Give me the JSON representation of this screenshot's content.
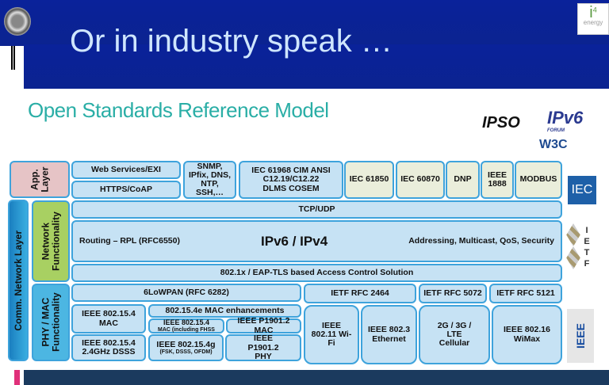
{
  "slide": {
    "title": "Or in industry speak …",
    "subtitle": "Open Standards Reference Model"
  },
  "logos": {
    "i4": "i",
    "i4_sup": "4",
    "i4_sub": "energy",
    "ipso": "IPSO",
    "ipv6": "IPv6",
    "ipv6_sub": "FORUM",
    "w3c": "W3C",
    "iec": "IEC",
    "ietf": "IETF",
    "ieee": "IEEE"
  },
  "layers": {
    "app": "App. Layer",
    "comm": "Comm. Network Layer",
    "network": "Network Functionality",
    "phy": "PHY / MAC Functionality"
  },
  "app_row": {
    "web": "Web Services/EXI",
    "https": "HTTPS/CoAP",
    "snmp": "SNMP, IPfix, DNS, NTP, SSH,…",
    "iec61968": "IEC 61968 CIM ANSI C12.19/C12.22 DLMS COSEM",
    "iec61850": "IEC 61850",
    "iec60870": "IEC 60870",
    "dnp": "DNP",
    "ieee1888": "IEEE 1888",
    "modbus": "MODBUS"
  },
  "network_rows": {
    "tcp": "TCP/UDP",
    "routing": "Routing – RPL (RFC6550)",
    "ip": "IPv6 / IPv4",
    "addressing": "Addressing, Multicast, QoS, Security",
    "access": "802.1x / EAP-TLS based Access Control Solution"
  },
  "phy_rows": {
    "lowpan": "6LoWPAN (RFC 6282)",
    "rfc2464": "IETF RFC 2464",
    "rfc5072": "IETF RFC 5072",
    "rfc5121": "IETF RFC 5121",
    "mac154": "IEEE 802.15.4 MAC",
    "mac154e": "802.15.4e MAC enhancements",
    "mac154fhss_a": "IEEE 802.15.4",
    "mac154fhss_b": "MAC (including FHSS",
    "p1901mac": "IEEE P1901.2 MAC",
    "dsss": "IEEE 802.15.4 2.4GHz DSSS",
    "g_a": "IEEE 802.15.4g",
    "g_b": "(FSK, DSSS, OFDM)",
    "p1901phy": "IEEE P1901.2 PHY",
    "wifi": "IEEE 802.11 Wi-Fi",
    "eth": "IEEE 802.3 Ethernet",
    "cell": "2G / 3G / LTE Cellular",
    "wimax": "IEEE 802.16 WiMax"
  }
}
